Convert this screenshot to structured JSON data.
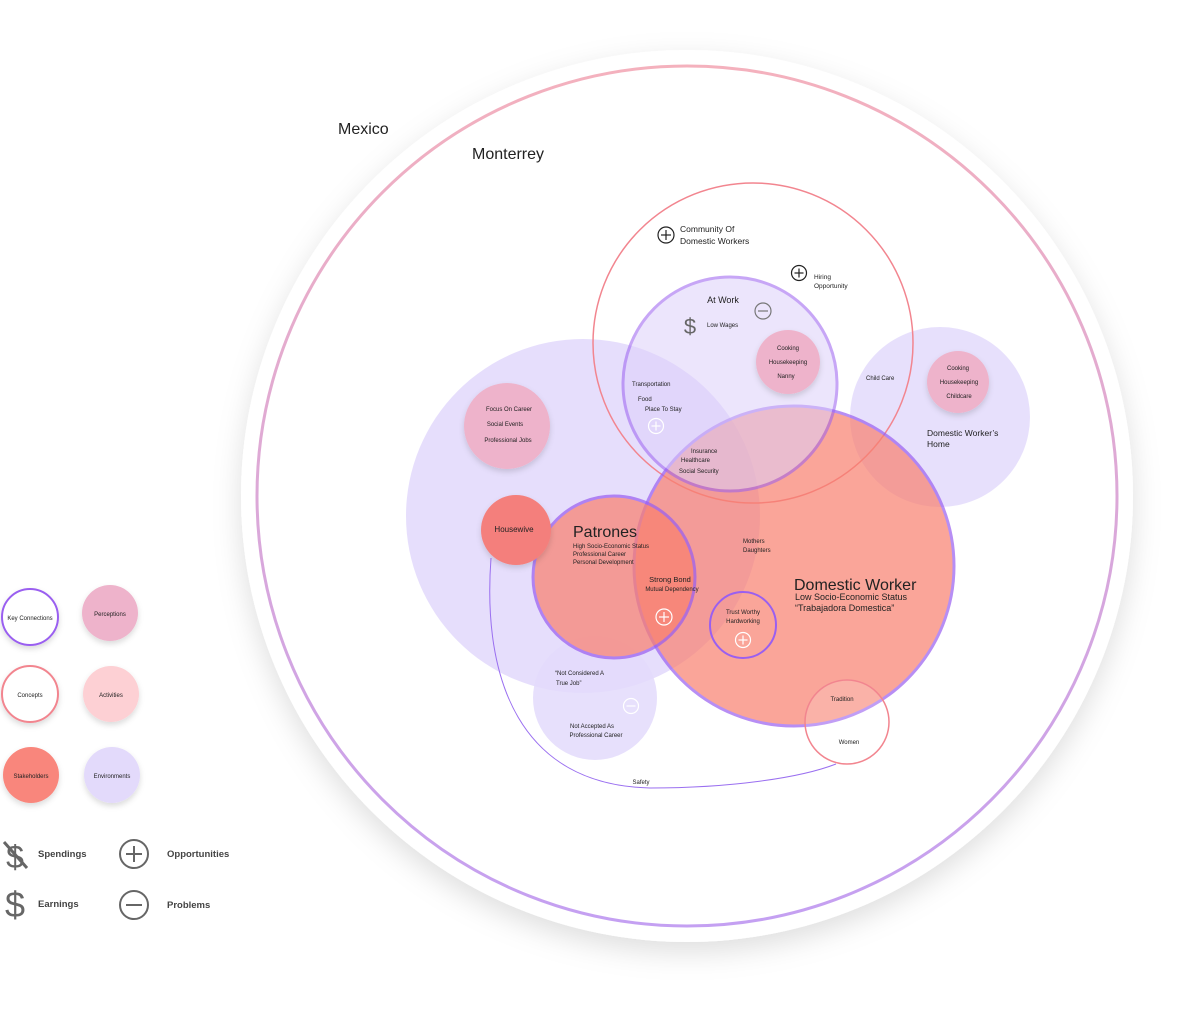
{
  "regions": {
    "country": "Mexico",
    "city": "Monterrey"
  },
  "stakeholders": {
    "patrones": {
      "title": "Patrones",
      "lines": [
        "High Socio-Economic Status",
        "Professional Career",
        "Personal Development"
      ]
    },
    "domestic_worker": {
      "title": "Domestic Worker",
      "lines": [
        "Low Socio-Economic Status",
        "“Trabajadora Domestica”"
      ]
    },
    "housewive": "Housewive"
  },
  "community": {
    "title_lines": [
      "Community Of",
      "Domestic Workers"
    ],
    "hiring_lines": [
      "Hiring",
      "Opportunity"
    ]
  },
  "at_work": {
    "title": "At Work",
    "low_wages": "Low Wages",
    "tasks": [
      "Cooking",
      "Housekeeping",
      "Nanny"
    ]
  },
  "home": {
    "title_lines": [
      "Domestic Worker’s",
      "Home"
    ],
    "child_care": "Child Care",
    "tasks": [
      "Cooking",
      "Housekeeping",
      "Childcare"
    ]
  },
  "perceptions": {
    "career": [
      "Focus On Career",
      "Social Events",
      "Professional Jobs"
    ]
  },
  "connections": {
    "transport": [
      "Transportation",
      "Food",
      "Place To Stay"
    ],
    "insurance": [
      "Insurance",
      "Healthcare",
      "Social Security"
    ],
    "mothers": [
      "Mothers",
      "Daughters"
    ],
    "strong_bond": "Strong Bond",
    "mutual_dependency": "Mutual Dependency",
    "trust": [
      "Trust Worthy",
      "Hardworking"
    ],
    "not_job": [
      "“Not Considered A",
      "True Job”"
    ],
    "not_accepted": [
      "Not Accepted As",
      "Professional Career"
    ],
    "tradition": "Tradition",
    "women": "Women",
    "safety": "Safety"
  },
  "legend": {
    "key_connections": "Key Connections",
    "perceptions": "Perceptions",
    "concepts": "Concepts",
    "activities": "Activities",
    "stakeholders": "Stakeholders",
    "environments": "Environments",
    "spendings": "Spendings",
    "opportunities": "Opportunities",
    "earnings": "Earnings",
    "problems": "Problems"
  },
  "colors": {
    "key_connection_stroke": "#9a5ff0",
    "concept_stroke": "#f2858f",
    "perception_fill": "#eeb3cb",
    "activity_fill": "#fdd0d4",
    "stakeholder_fill": "#f9867c",
    "environment_fill": "#e3dafb",
    "icon_gray": "#666666"
  }
}
